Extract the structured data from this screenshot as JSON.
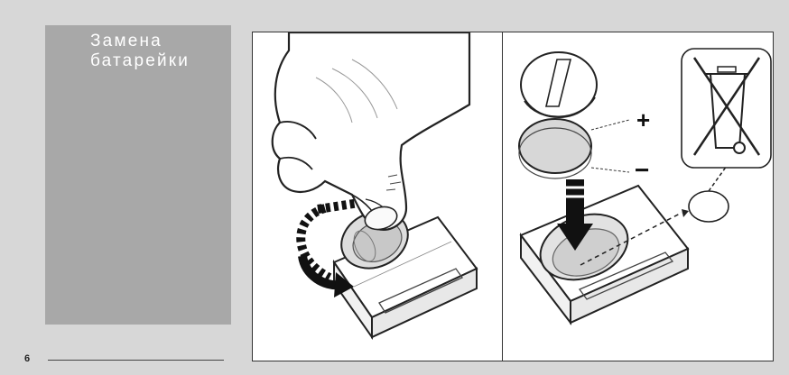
{
  "section": {
    "title": "Замена\nбатарейки"
  },
  "footer": {
    "page_number": "6"
  },
  "illustration": {
    "step1_description": "hand-removing-battery-cover",
    "step2_description": "insert-coin-cell-and-dispose-old-battery",
    "plus_symbol": "+",
    "minus_symbol": "−",
    "icons": [
      "hand-icon",
      "rotate-arrow-icon",
      "coin-battery-icon",
      "battery-cover-icon",
      "crossed-out-bin-icon",
      "down-arrow-icon"
    ]
  }
}
